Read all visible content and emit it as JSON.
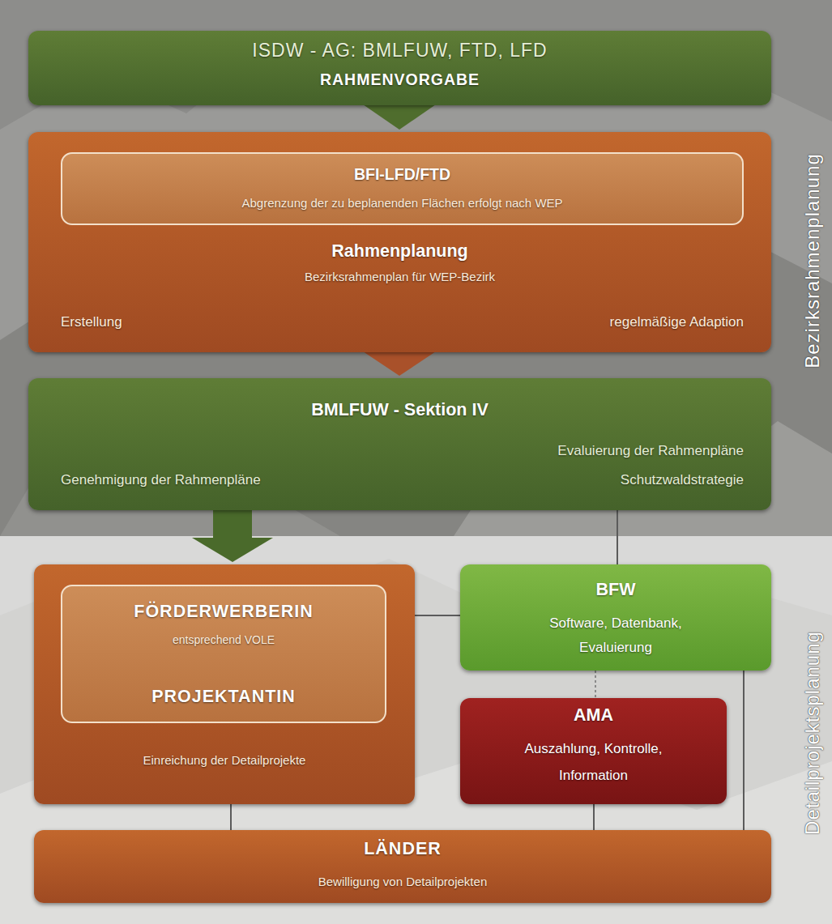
{
  "diagram": {
    "nodes": [
      {
        "text": [
          "ISDW - AG: BMLFUW, FTD, LFD",
          "RAHMENVORGABE"
        ]
      },
      {
        "text": [
          "Rahmenplanung",
          "Bezirksrahmenplan für WEP-Bezirk",
          "Erstellung",
          "regelmäßige Adaption"
        ]
      },
      {
        "text": [
          "BFI-LFD/FTD",
          "Abgrenzung der zu beplanenden Flächen erfolgt nach WEP"
        ],
        "in": 1
      },
      {
        "text": [
          "BMLFUW - Sektion IV",
          "Evaluierung der Rahmenpläne",
          "Genehmigung der Rahmenpläne",
          "Schutzwaldstrategie"
        ]
      },
      {
        "text": [
          "Einreichung der Detailprojekte"
        ]
      },
      {
        "text": [
          "FÖRDERWERBERIN",
          "entsprechend VOLE",
          "PROJEKTANTIN"
        ],
        "in": 4
      },
      {
        "text": [
          "BFW",
          "Software, Datenbank, Evaluierung"
        ]
      },
      {
        "text": [
          "AMA",
          "Auszahlung, Kontrolle, Information"
        ]
      },
      {
        "text": [
          "LÄNDER",
          "Bewilligung von Detailprojekten"
        ]
      }
    ],
    "edges": [
      {
        "from": 0,
        "to": 1,
        "arrow": "to"
      },
      {
        "from": 1,
        "to": 3,
        "arrow": "to"
      },
      {
        "from": 3,
        "to": 4,
        "arrow": "to"
      },
      {
        "from": 3,
        "to": 6,
        "arrow": "none"
      },
      {
        "from": 4,
        "to": 6,
        "arrow": "none"
      },
      {
        "from": 4,
        "to": 8,
        "arrow": "none"
      },
      {
        "from": 6,
        "to": 7,
        "arrow": "none"
      },
      {
        "from": 7,
        "to": 8,
        "arrow": "none"
      },
      {
        "from": 6,
        "to": 8,
        "arrow": "none"
      }
    ],
    "labels": [
      "Bezirksrahmenplanung",
      "Detailprojektsplanung"
    ]
  }
}
